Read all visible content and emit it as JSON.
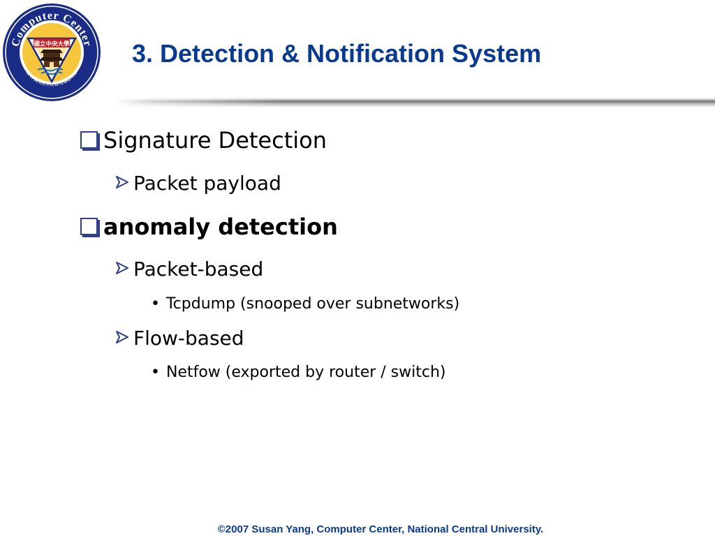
{
  "logo": {
    "ring_text": "Computer Center",
    "url_text": "www.cc.ncu.edu.tw",
    "seal_text": "國立中央大學",
    "colors": {
      "ring": "#1a2c86",
      "inner": "#f6c63c",
      "red": "#c41f24"
    }
  },
  "slide": {
    "title": "3. Detection & Notification System",
    "items": [
      {
        "label": "Signature Detection"
      },
      {
        "label": "Packet payload"
      },
      {
        "label": "anomaly detection"
      },
      {
        "label": "Packet-based"
      },
      {
        "label": "Tcpdump (snooped over subnetworks)"
      },
      {
        "label": "Flow-based"
      },
      {
        "label": "Netfow (exported by router / switch)"
      }
    ]
  },
  "footer": {
    "text": "©2007 Susan Yang, Computer Center, National Central University."
  },
  "colors": {
    "title": "#0a3a8f",
    "bullet": "#2f3e8f"
  }
}
